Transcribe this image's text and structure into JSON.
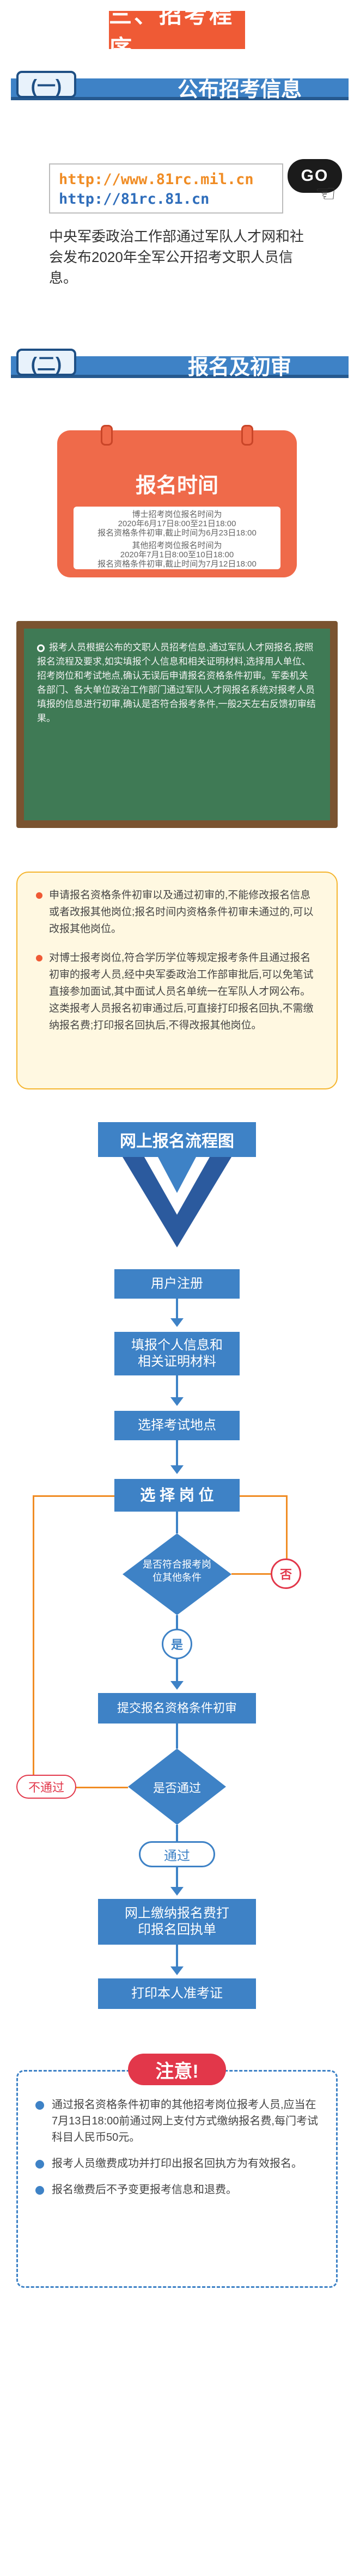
{
  "section_title": "三、招考程序",
  "step1": {
    "badge": "(一)",
    "title": "公布招考信息",
    "url1": "http://www.81rc.mil.cn",
    "url2": "http://81rc.81.cn",
    "go_label": "GO",
    "text": "中央军委政治工作部通过军队人才网和社会发布2020年全军公开招考文职人员信息。"
  },
  "step2": {
    "badge": "(二)",
    "title": "报名及初审"
  },
  "time_board": {
    "title": "报名时间",
    "lines": [
      "博士招考岗位报名时间为",
      "2020年6月17日8:00至21日18:00",
      "报名资格条件初审,截止时间为6月23日18:00",
      "其他招考岗位报名时间为",
      "2020年7月1日8:00至10日18:00",
      "报名资格条件初审,截止时间为7月12日18:00"
    ]
  },
  "chalkboard": {
    "text": "报考人员根据公布的文职人员招考信息,通过军队人才网报名,按照报名流程及要求,如实填报个人信息和相关证明材料,选择用人单位、招考岗位和考试地点,确认无误后申请报名资格条件初审。军委机关各部门、各大单位政治工作部门通过军队人才网报名系统对报考人员填报的信息进行初审,确认是否符合报考条件,一般2天左右反馈初审结果。"
  },
  "notes": [
    "申请报名资格条件初审以及通过初审的,不能修改报名信息或者改报其他岗位;报名时间内资格条件初审未通过的,可以改报其他岗位。",
    "对博士报考岗位,符合学历学位等规定报考条件且通过报名初审的报考人员,经中央军委政治工作部审批后,可以免笔试直接参加面试,其中面试人员名单统一在军队人才网公布。这类报考人员报名初审通过后,可直接打印报名回执,不需缴纳报名费;打印报名回执后,不得改报其他岗位。"
  ],
  "flow": {
    "banner": "网上报名流程图",
    "steps": [
      "用户注册",
      "填报个人信息和相关证明材料",
      "选择考试地点",
      "选 择 岗 位",
      "是否符合报考岗位其他条件",
      "提交报名资格条件初审",
      "是否通过",
      "网上缴纳报名费打印报名回执单",
      "打印本人准考证"
    ],
    "yes": "是",
    "no": "否",
    "fail": "不通过",
    "pass": "通过"
  },
  "attention": {
    "title": "注意!",
    "items": [
      "通过报名资格条件初审的其他招考岗位报考人员,应当在7月13日18:00前通过网上支付方式缴纳报名费,每门考试科目人民币50元。",
      "报考人员缴费成功并打印出报名回执方为有效报名。",
      "报名缴费后不予变更报考信息和退费。"
    ]
  }
}
